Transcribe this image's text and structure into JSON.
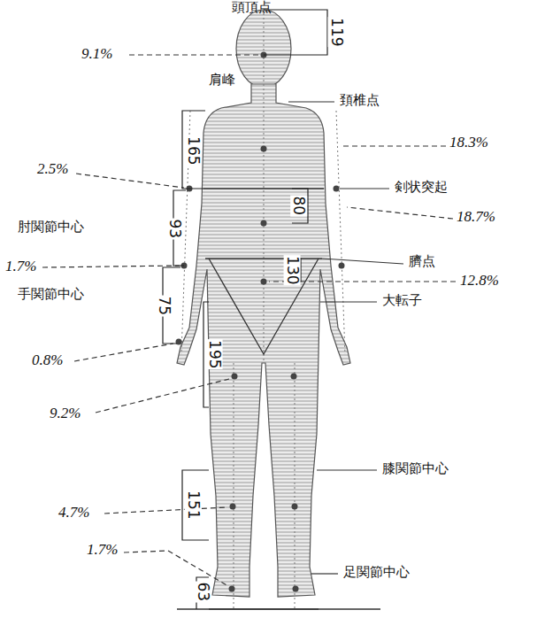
{
  "diagram": {
    "labels": [
      "頭頂点",
      "9.1%",
      "119",
      "肩峰",
      "頚椎点",
      "18.3%",
      "165",
      "2.5%",
      "剣状突起",
      "80",
      "18.7%",
      "肘関節中心",
      "93",
      "臍点",
      "130",
      "1.7%",
      "12.8%",
      "手関節中心",
      "75",
      "大転子",
      "195",
      "0.8%",
      "9.2%",
      "膝関節中心",
      "151",
      "4.7%",
      "1.7%",
      "足関節中心",
      "63"
    ]
  }
}
